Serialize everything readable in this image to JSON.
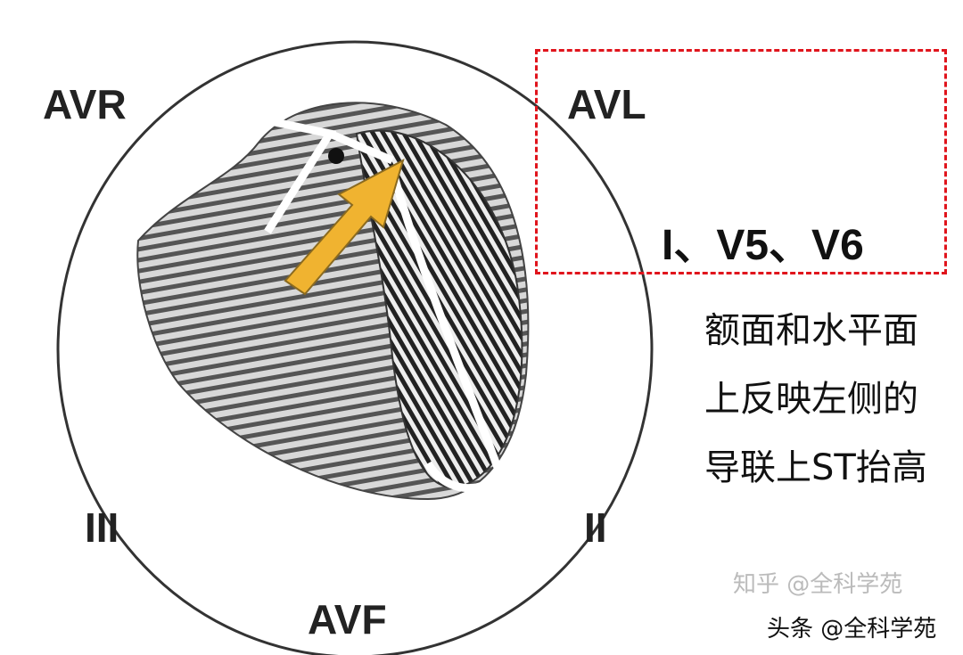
{
  "leads": {
    "avr": "AVR",
    "avl": "AVL",
    "iii": "III",
    "ii": "II",
    "avf": "AVF"
  },
  "highlight_leads": "I、V5、V6",
  "description": [
    "额面和水平面",
    "上反映左侧的",
    "导联上ST抬高"
  ],
  "watermarks": [
    "知乎 @全科学苑",
    "头条 @全科学苑"
  ],
  "colors": {
    "box": "#e0141c",
    "arrow": "#f0b330"
  }
}
